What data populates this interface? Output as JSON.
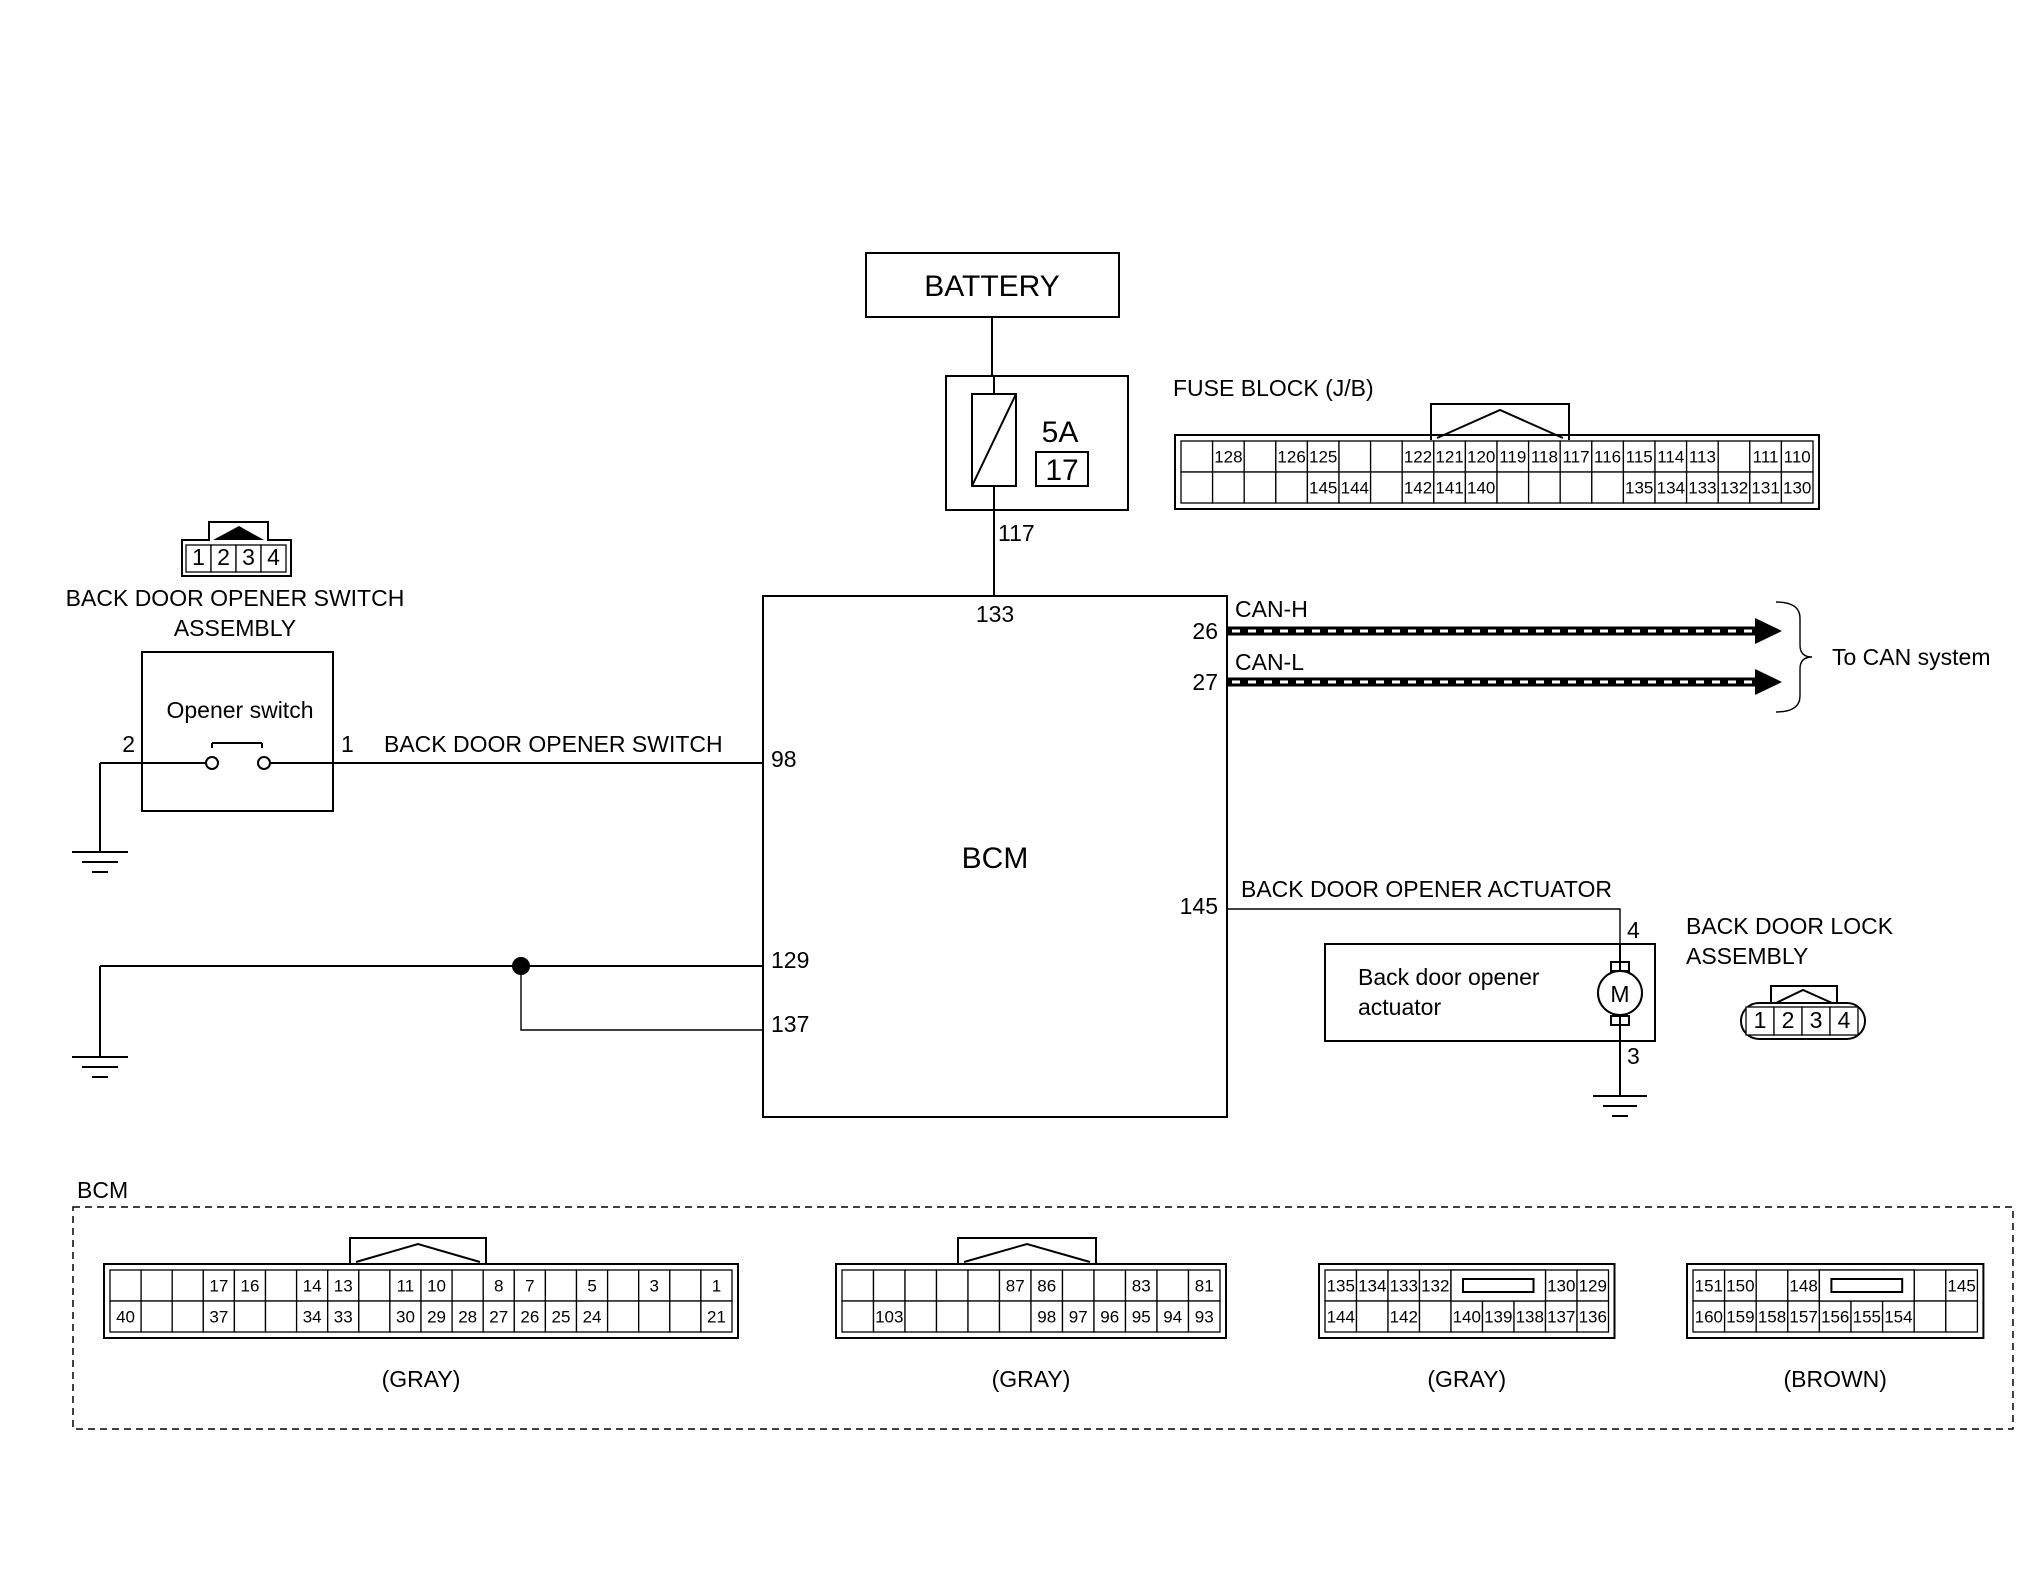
{
  "battery": {
    "label": "BATTERY"
  },
  "fuse": {
    "rating": "5A",
    "number": "17",
    "output_pin": "117"
  },
  "fuse_block": {
    "title": "FUSE BLOCK (J/B)",
    "rows": [
      [
        "",
        "128",
        "",
        "126",
        "125",
        "",
        "",
        "122",
        "121",
        "120",
        "119",
        "118",
        "117",
        "116",
        "115",
        "114",
        "113",
        "",
        "111",
        "110"
      ],
      [
        "",
        "",
        "",
        "",
        "145",
        "144",
        "",
        "142",
        "141",
        "140",
        "",
        "",
        "",
        "",
        "135",
        "134",
        "133",
        "132",
        "131",
        "130"
      ]
    ]
  },
  "switch_assembly": {
    "title_line1": "BACK DOOR OPENER SWITCH",
    "title_line2": "ASSEMBLY",
    "pins": [
      "1",
      "2",
      "3",
      "4"
    ],
    "component": "Opener switch",
    "pin_left": "2",
    "pin_right": "1"
  },
  "bcm": {
    "label": "BCM",
    "pin_top": "133",
    "pins": {
      "can_h": "26",
      "can_l": "27",
      "switch": "98",
      "actuator": "145",
      "ground1": "129",
      "ground2": "137"
    }
  },
  "wires": {
    "switch_signal": "BACK DOOR OPENER SWITCH",
    "actuator_signal": "BACK DOOR OPENER ACTUATOR",
    "can_h": "CAN-H",
    "can_l": "CAN-L",
    "can_target": "To CAN system"
  },
  "lock_assembly": {
    "title_line1": "BACK DOOR LOCK",
    "title_line2": "ASSEMBLY",
    "component_line1": "Back door opener",
    "component_line2": "actuator",
    "motor": "M",
    "pin_top": "4",
    "pin_bottom": "3",
    "pins": [
      "1",
      "2",
      "3",
      "4"
    ]
  },
  "bcm_connectors": {
    "title": "BCM",
    "connectors": [
      {
        "color": "(GRAY)",
        "rows": [
          [
            "",
            "",
            "",
            "17",
            "16",
            "",
            "14",
            "13",
            "",
            "11",
            "10",
            "",
            "8",
            "7",
            "",
            "5",
            "",
            "3",
            "",
            "1"
          ],
          [
            "40",
            "",
            "",
            "37",
            "",
            "",
            "34",
            "33",
            "",
            "30",
            "29",
            "28",
            "27",
            "26",
            "25",
            "24",
            "",
            "",
            "",
            "21"
          ]
        ]
      },
      {
        "color": "(GRAY)",
        "rows": [
          [
            "",
            "",
            "",
            "",
            "",
            "87",
            "86",
            "",
            "",
            "83",
            "",
            "81"
          ],
          [
            "",
            "103",
            "",
            "",
            "",
            "",
            "98",
            "97",
            "96",
            "95",
            "94",
            "93"
          ]
        ]
      },
      {
        "color": "(GRAY)",
        "rows": [
          [
            "135",
            "134",
            "133",
            "132",
            "",
            "",
            "",
            "130",
            "129"
          ],
          [
            "144",
            "",
            "142",
            "",
            "140",
            "139",
            "138",
            "137",
            "136"
          ]
        ]
      },
      {
        "color": "(BROWN)",
        "rows": [
          [
            "151",
            "150",
            "",
            "148",
            "",
            "",
            "",
            "",
            "145"
          ],
          [
            "160",
            "159",
            "158",
            "157",
            "156",
            "155",
            "154",
            "",
            ""
          ]
        ]
      }
    ]
  }
}
